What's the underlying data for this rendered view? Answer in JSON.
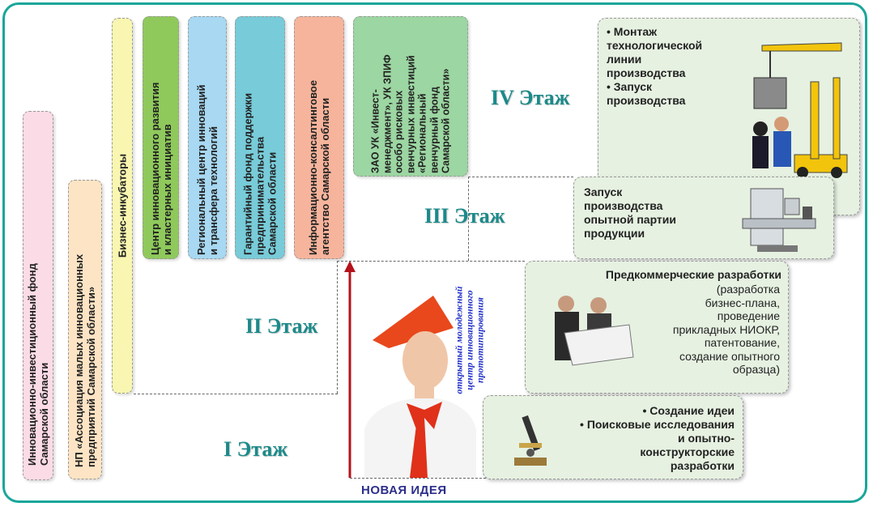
{
  "columns": [
    {
      "text": "Инновационно-инвестиционный фонд\nСамарской области",
      "color": "#fbdbe6"
    },
    {
      "text": "НП «Ассоциация малых инновационных\nпредприятий Самарской области»",
      "color": "#fde4c4"
    },
    {
      "text": "Бизнес-инкубаторы",
      "color": "#f8f6b0"
    },
    {
      "text": "Центр инновационного развития\nи кластерных инициатив",
      "color": "#8fc95c"
    },
    {
      "text": "Региональный центр инноваций\nи трансфера технологий",
      "color": "#a8d8f2"
    },
    {
      "text": "Гарантийный фонд поддержки\nпредпринимательства\nСамарской области",
      "color": "#78cbd8"
    },
    {
      "text": "Информационно-консалтинговое\nагентство Самарской области",
      "color": "#f6b49c"
    },
    {
      "text": "ЗАО УК «Инвест-\nменеджмент», УК ЗПИФ\nособо рисковых\nвенчурных инвестиций\n«Региональный\nвенчурный фонд\nСамарской области»",
      "color": "#9cd6a2"
    }
  ],
  "stages": {
    "s1": "I Этаж",
    "s2": "II Этаж",
    "s3": "III Этаж",
    "s4": "IV Этаж"
  },
  "steps": {
    "step4": [
      "• Монтаж\nтехнологической\nлинии\nпроизводства",
      "• Запуск\nпроизводства"
    ],
    "step3": "Запуск\nпроизводства\nопытной партии\nпродукции",
    "step2_title": "Предкоммерческие разработки",
    "step2_body": "(разработка\nбизнес-плана,\nпроведение\nприкладных НИОКР,\nпатентование,\nсоздание опытного\nобразца)",
    "step1": [
      "• Создание идеи",
      "• Поисковые исследования\nи опытно-\nконструкторские\nразработки"
    ]
  },
  "center_label": "открытый молодежный\nцентр инновационного\nпрототипирования",
  "footer": "НОВАЯ ИДЕЯ",
  "colors": {
    "accent": "#1aa69a",
    "stage": "#1b8a8a",
    "arrow": "#b5121b",
    "footer": "#2c2f8a"
  }
}
